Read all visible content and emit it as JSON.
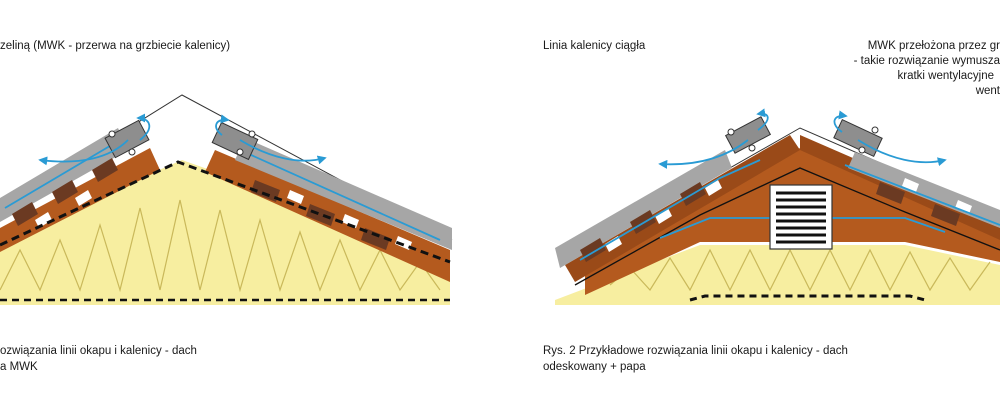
{
  "figure1": {
    "top_label": "zeliną (MWK - przerwa na grzbiecie kalenicy)",
    "caption_lines": [
      "ozwiązania linii okapu i kalenicy - dach",
      "a MWK"
    ]
  },
  "figure2": {
    "top_label": "Linia kalenicy ciągła",
    "right_note_lines": [
      "MWK przełożona przez gr",
      "- takie rozwiązanie wymusza",
      "kratki wentylacyjne",
      "went"
    ],
    "caption_lines": [
      "Rys. 2 Przykładowe rozwiązania linii okapu i kalenicy - dach",
      "odeskowany + papa"
    ]
  },
  "colors": {
    "insulation": "#f7eea0",
    "insulation_lines": "#c9b85a",
    "timber": "#b45a1e",
    "timber_dark": "#7a3514",
    "tile": "#a6a6a6",
    "tile_dark": "#6e6e6e",
    "batten": "#6b3a22",
    "airflow": "#2a9bd4",
    "membrane": "#111111"
  },
  "icons": [
    "airflow-arrow-icon",
    "ridge-clip-icon",
    "vent-grille-icon"
  ]
}
